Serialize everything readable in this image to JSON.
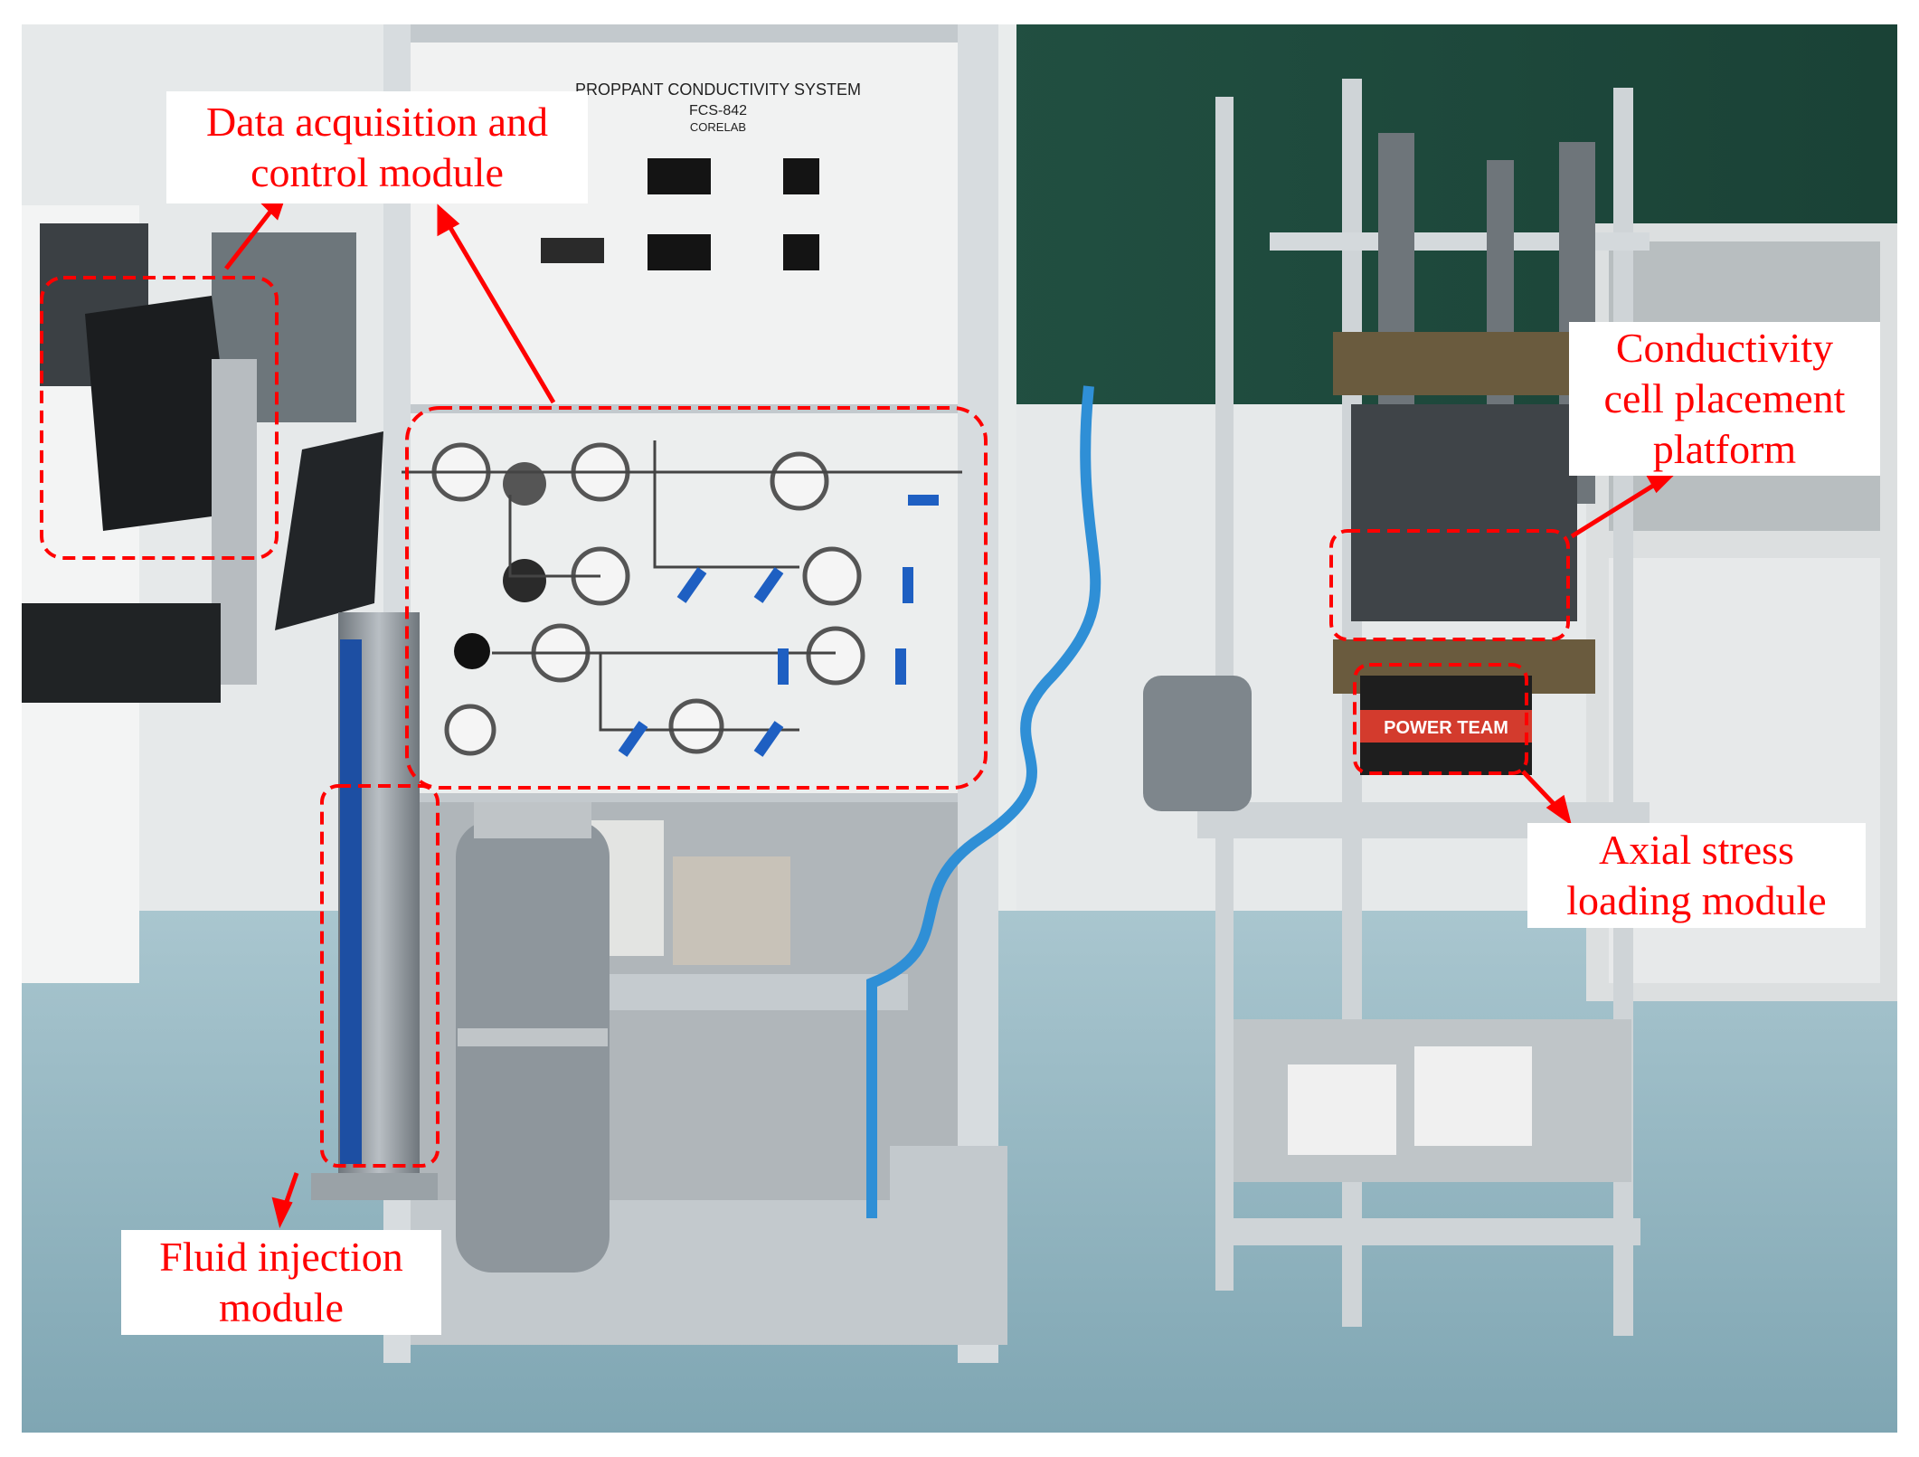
{
  "panel": {
    "title_line1": "PROPPANT CONDUCTIVITY SYSTEM",
    "title_line2": "FCS-842",
    "title_line3": "CORELAB",
    "scale_brand": "POWER TEAM"
  },
  "labels": {
    "data_acquisition": [
      "Data acquisition and",
      "control module"
    ],
    "conductivity_cell": [
      "Conductivity",
      "cell placement",
      "platform"
    ],
    "axial_stress": [
      "Axial stress",
      "loading module"
    ],
    "fluid_injection": [
      "Fluid injection",
      "module"
    ]
  },
  "colors": {
    "annotation_red": "#ff0000",
    "wall_green": "#1f4d3e",
    "floor_blue": "#8fb7c4",
    "frame_gray": "#c9cfd3",
    "panel_white": "#eef0f0"
  }
}
